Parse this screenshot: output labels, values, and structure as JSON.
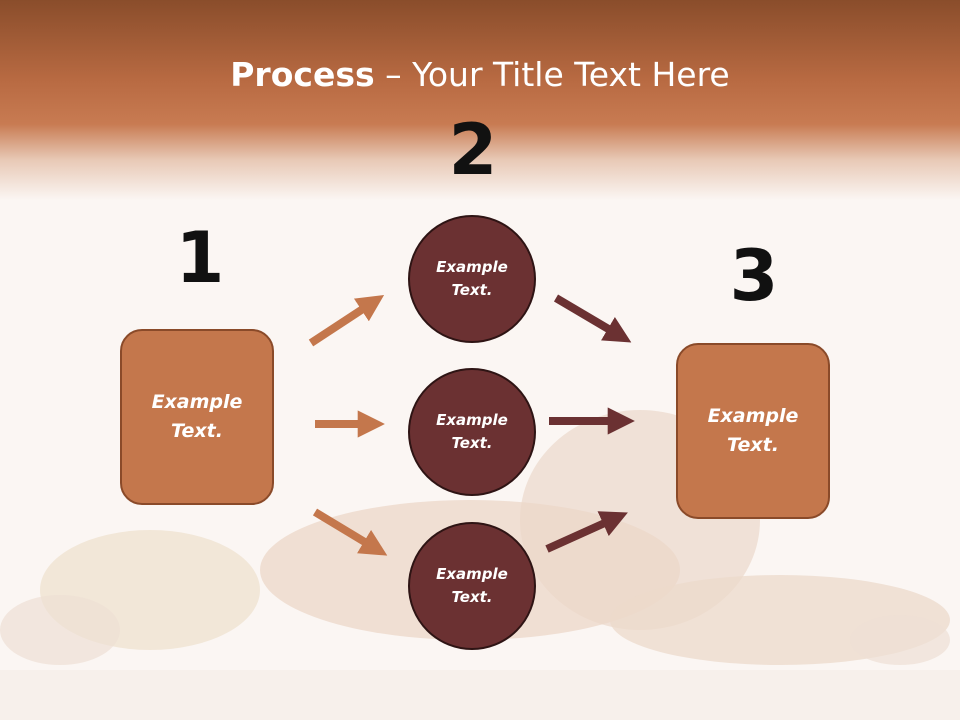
{
  "title": {
    "bold": "Process",
    "rest": " – Your Title Text Here"
  },
  "steps": [
    {
      "number": "1",
      "label_line1": "Example",
      "label_line2": "Text."
    },
    {
      "number": "2"
    },
    {
      "number": "3",
      "label_line1": "Example",
      "label_line2": "Text."
    }
  ],
  "circles": [
    {
      "line1": "Example",
      "line2": "Text."
    },
    {
      "line1": "Example",
      "line2": "Text."
    },
    {
      "line1": "Example",
      "line2": "Text."
    }
  ],
  "colors": {
    "header": "#b86a42",
    "box_fill": "#c4774c",
    "circle_fill": "#6b3132",
    "arrow_light": "#c4774c",
    "arrow_dark": "#6b3132"
  }
}
